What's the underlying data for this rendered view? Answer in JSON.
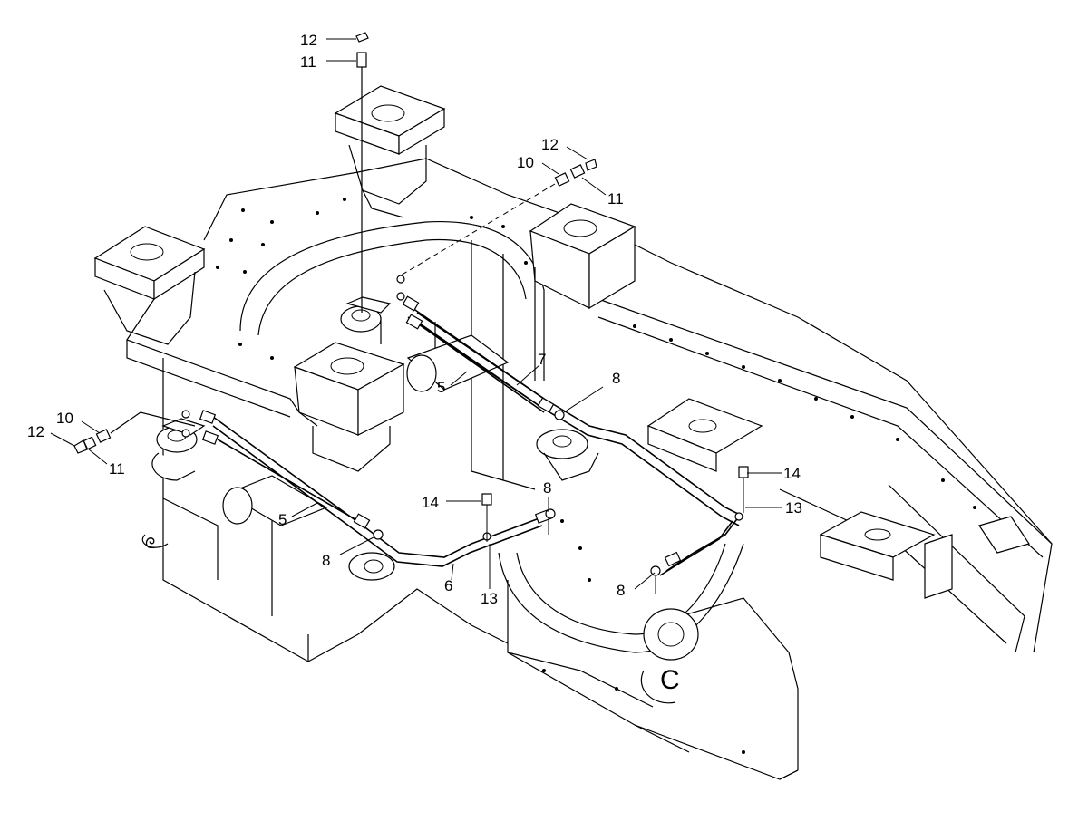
{
  "callouts": [
    {
      "id": "c12-top",
      "text": "12"
    },
    {
      "id": "c11-top",
      "text": "11"
    },
    {
      "id": "c12-right",
      "text": "12"
    },
    {
      "id": "c10-right",
      "text": "10"
    },
    {
      "id": "c11-right",
      "text": "11"
    },
    {
      "id": "c10-left",
      "text": "10"
    },
    {
      "id": "c12-left",
      "text": "12"
    },
    {
      "id": "c11-left",
      "text": "11"
    },
    {
      "id": "c7",
      "text": "7"
    },
    {
      "id": "c5-upper",
      "text": "5"
    },
    {
      "id": "c8-upper",
      "text": "8"
    },
    {
      "id": "c5-lower",
      "text": "5"
    },
    {
      "id": "c8-left",
      "text": "8"
    },
    {
      "id": "c6",
      "text": "6"
    },
    {
      "id": "c14-mid",
      "text": "14"
    },
    {
      "id": "c8-mid",
      "text": "8"
    },
    {
      "id": "c13-mid",
      "text": "13"
    },
    {
      "id": "c14-right",
      "text": "14"
    },
    {
      "id": "c13-right",
      "text": "13"
    },
    {
      "id": "c8-right",
      "text": "8"
    }
  ]
}
